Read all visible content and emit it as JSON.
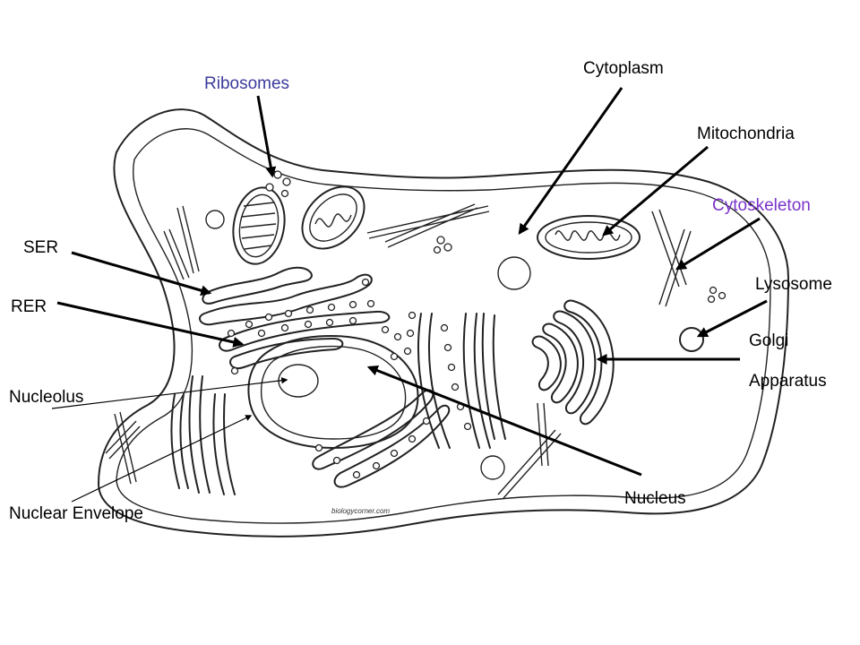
{
  "labels": {
    "cytoplasm": "Cytoplasm",
    "ribosomes": "Ribosomes",
    "mitochondria": "Mitochondria",
    "cytoskeleton": "Cytoskeleton",
    "ser": "SER",
    "lysosome": "Lysosome",
    "rer": "RER",
    "golgi_line1": "Golgi",
    "golgi_line2": "Apparatus",
    "nucleolus": "Nucleolus",
    "nucleus": "Nucleus",
    "nuclear_envelope": "Nuclear Envelope"
  },
  "credit": "biologycorner.com",
  "colors": {
    "label_default": "#000000",
    "label_ribosomes": "#3b3b9c",
    "label_cytoskeleton": "#7a33c9",
    "ink": "#222222"
  }
}
